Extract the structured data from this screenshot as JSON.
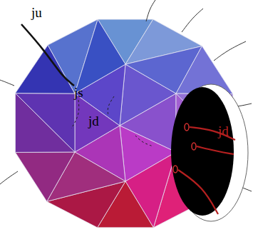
{
  "diagram": {
    "labels": [
      "ju",
      "js",
      "jd",
      "jd"
    ]
  }
}
